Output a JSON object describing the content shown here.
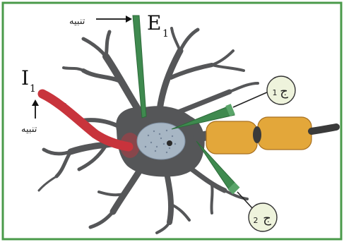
{
  "colors": {
    "frame_border": "#4a9a4a",
    "neuron_body": "#555658",
    "nucleus_fill": "#a7b6c4",
    "nucleus_dots": "#5e7086",
    "electrode_green": "#3f8a4f",
    "electrode_red": "#c8343c",
    "myelin_orange": "#e3a73a",
    "axon_dark": "#3a3a3a",
    "bubble_fill": "#eef3dc",
    "bubble_stroke": "#333333"
  },
  "labels": {
    "top_stimulus_word": "تنبيه",
    "top_electrode_letter": "E",
    "top_electrode_sub": "1",
    "left_electrode_letter": "I",
    "left_electrode_sub": "1",
    "left_stimulus_word": "تنبيه",
    "probe1_letter": "ج",
    "probe1_sub": "1",
    "probe2_letter": "ج",
    "probe2_sub": "2"
  },
  "icons": {
    "top_arrow": "arrow-right-icon",
    "left_arrow": "arrow-up-icon"
  }
}
